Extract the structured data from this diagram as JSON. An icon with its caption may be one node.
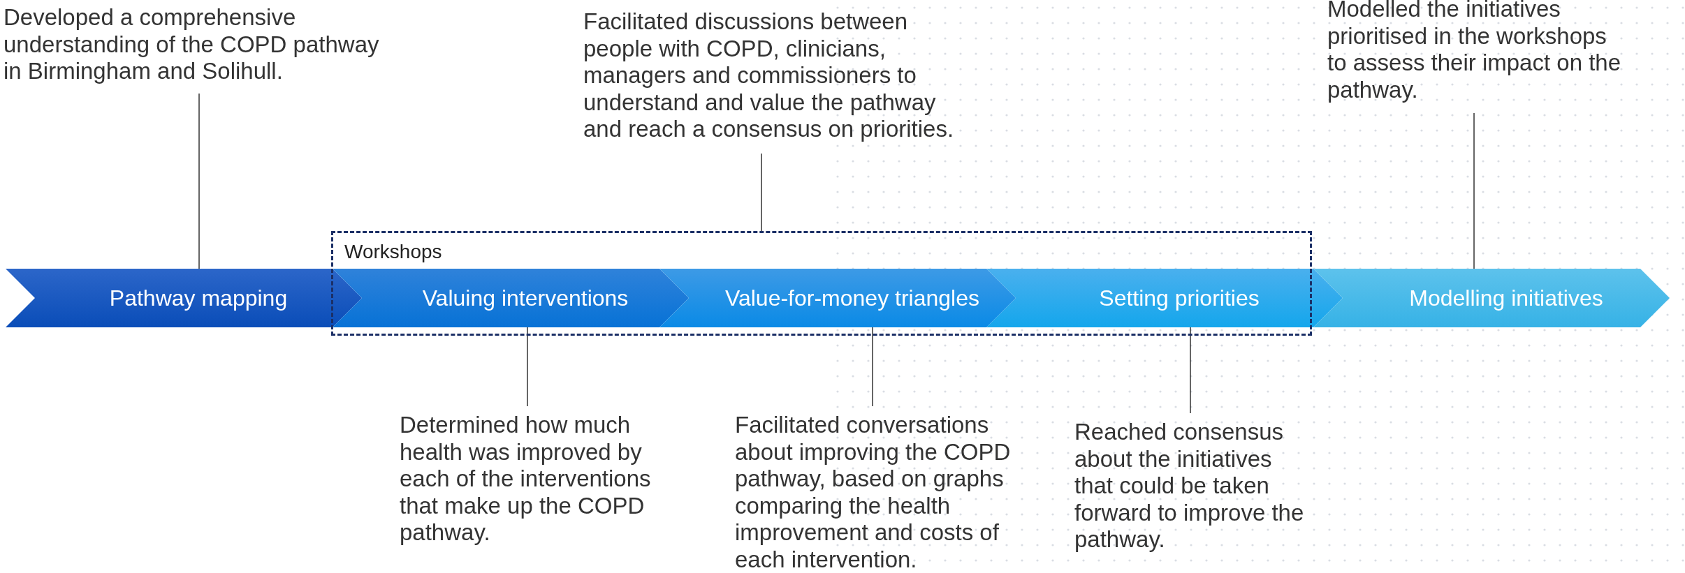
{
  "diagram": {
    "nodes": [
      {
        "text": [
          "Developed a comprehensive understanding of the COPD pathway in Birmingham and Solihull."
        ]
      },
      {
        "text": [
          "Facilitated discussions between people with COPD, clinicians, managers and commissioners to understand and value the pathway and reach a consensus on priorities."
        ]
      },
      {
        "text": [
          "Modelled the initiatives prioritised in the workshops to assess their impact on the pathway."
        ]
      },
      {
        "text": [
          "Workshops"
        ]
      },
      {
        "text": [
          "Pathway mapping"
        ]
      },
      {
        "text": [
          "Valuing interventions"
        ],
        "in": 3
      },
      {
        "text": [
          "Value-for-money triangles"
        ],
        "in": 3
      },
      {
        "text": [
          "Setting priorities"
        ]
      },
      {
        "text": [
          "Modelling initiatives"
        ]
      },
      {
        "text": [
          "Determined how much health was improved by each of the interventions that make up the COPD pathway."
        ]
      },
      {
        "text": [
          "Facilitated conversations about improving the COPD pathway, based on graphs comparing the health improvement and costs of each intervention."
        ]
      },
      {
        "text": [
          "Reached consensus about the initiatives that could be taken forward to improve the pathway."
        ]
      }
    ],
    "edges": [
      {
        "from": 0,
        "to": 4,
        "arrow": "none"
      },
      {
        "from": 1,
        "to": 3,
        "arrow": "none"
      },
      {
        "from": 2,
        "to": 8,
        "arrow": "none"
      },
      {
        "from": 9,
        "to": 5,
        "arrow": "none"
      },
      {
        "from": 10,
        "to": 6,
        "arrow": "none"
      },
      {
        "from": 11,
        "to": 7,
        "arrow": "none"
      }
    ]
  }
}
